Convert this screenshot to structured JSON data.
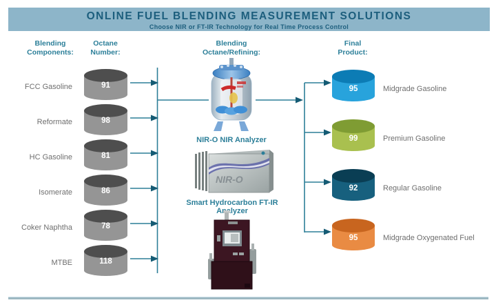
{
  "header": {
    "title": "ONLINE FUEL BLENDING MEASUREMENT SOLUTIONS",
    "subtitle": "Choose NIR or FT-IR Technology for Real Time Process Control"
  },
  "column_headers": {
    "components": "Blending\nComponents:",
    "octane": "Octane\nNumber:",
    "blending": "Blending\nOctane/Refining:",
    "final": "Final\nProduct:"
  },
  "components": [
    {
      "label": "FCC Gasoline",
      "octane": "91"
    },
    {
      "label": "Reformate",
      "octane": "98"
    },
    {
      "label": "HC Gasoline",
      "octane": "81"
    },
    {
      "label": "Isomerate",
      "octane": "86"
    },
    {
      "label": "Coker Naphtha",
      "octane": "78"
    },
    {
      "label": "MTBE",
      "octane": "118"
    }
  ],
  "analyzers": {
    "nir_label": "NIR-O NIR Analyzer",
    "nir_device_text": "NIR-O",
    "ftir_label": "Smart Hydrocarbon FT-IR Analyzer"
  },
  "products": [
    {
      "label": "Midgrade Gasoline",
      "octane": "95",
      "body_color": "#28a3dc",
      "top_color": "#0c7cb5"
    },
    {
      "label": "Premium Gasoline",
      "octane": "99",
      "body_color": "#a9c04f",
      "top_color": "#7f9c33"
    },
    {
      "label": "Regular Gasoline",
      "octane": "92",
      "body_color": "#17607e",
      "top_color": "#0a3e54"
    },
    {
      "label": "Midgrade Oxygenated Fuel",
      "octane": "95",
      "body_color": "#e98b43",
      "top_color": "#c8651f"
    }
  ],
  "colors": {
    "header_bg": "#8db5c9",
    "header_text": "#1c5e7d",
    "accent_teal": "#2c7f99",
    "flow_line": "#2c7e97",
    "arrowhead": "#155b74",
    "component_cylinder_body": "#959595",
    "component_cylinder_top": "#4e4e4e",
    "label_gray": "#6e6e6e",
    "bottom_rule": "#9db8c2"
  }
}
